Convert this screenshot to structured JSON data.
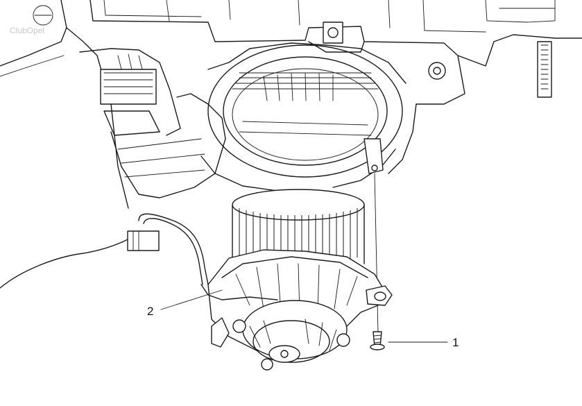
{
  "watermark": "ClubOpel",
  "callouts": [
    {
      "id": "1",
      "text": "1"
    },
    {
      "id": "2",
      "text": "2"
    }
  ]
}
